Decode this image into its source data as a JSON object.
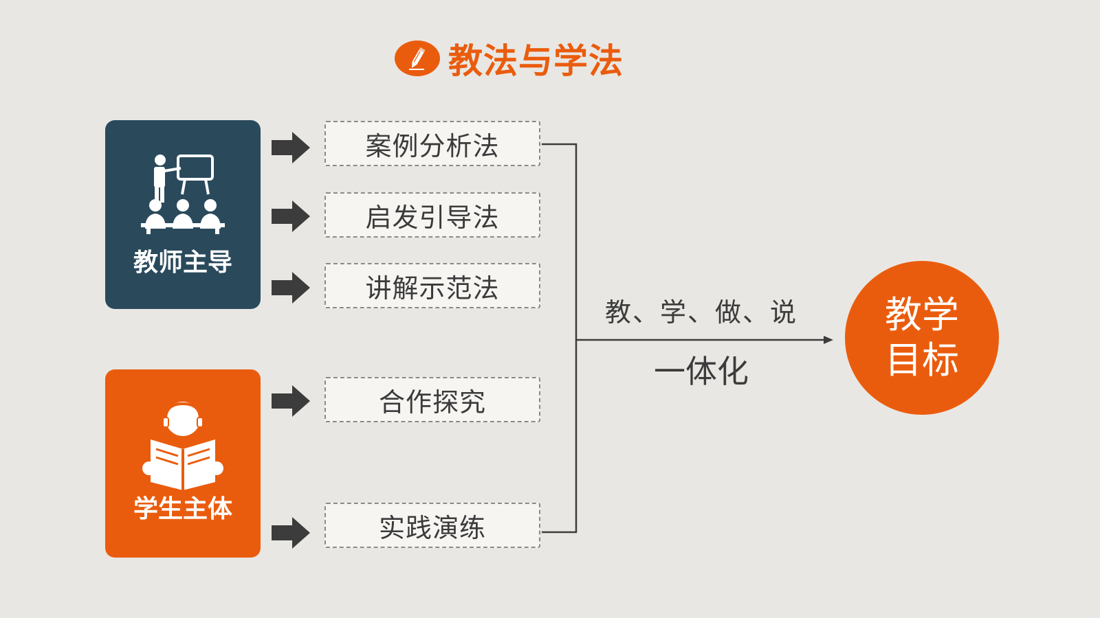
{
  "title": "教法与学法",
  "teacher": {
    "label": "教师主导",
    "icon": "teacher-presentation-icon"
  },
  "student": {
    "label": "学生主体",
    "icon": "student-reading-icon"
  },
  "methods": [
    "案例分析法",
    "启发引导法",
    "讲解示范法",
    "合作探究",
    "实践演练"
  ],
  "middle": {
    "verbs": "教、学、做、说",
    "unity": "一体化"
  },
  "goal": {
    "line1": "教学",
    "line2": "目标"
  },
  "colors": {
    "accent": "#ea5c0d",
    "teacher_box": "#2a4a5c",
    "background": "#e9e7e3",
    "arrow": "#3c3c3c"
  }
}
